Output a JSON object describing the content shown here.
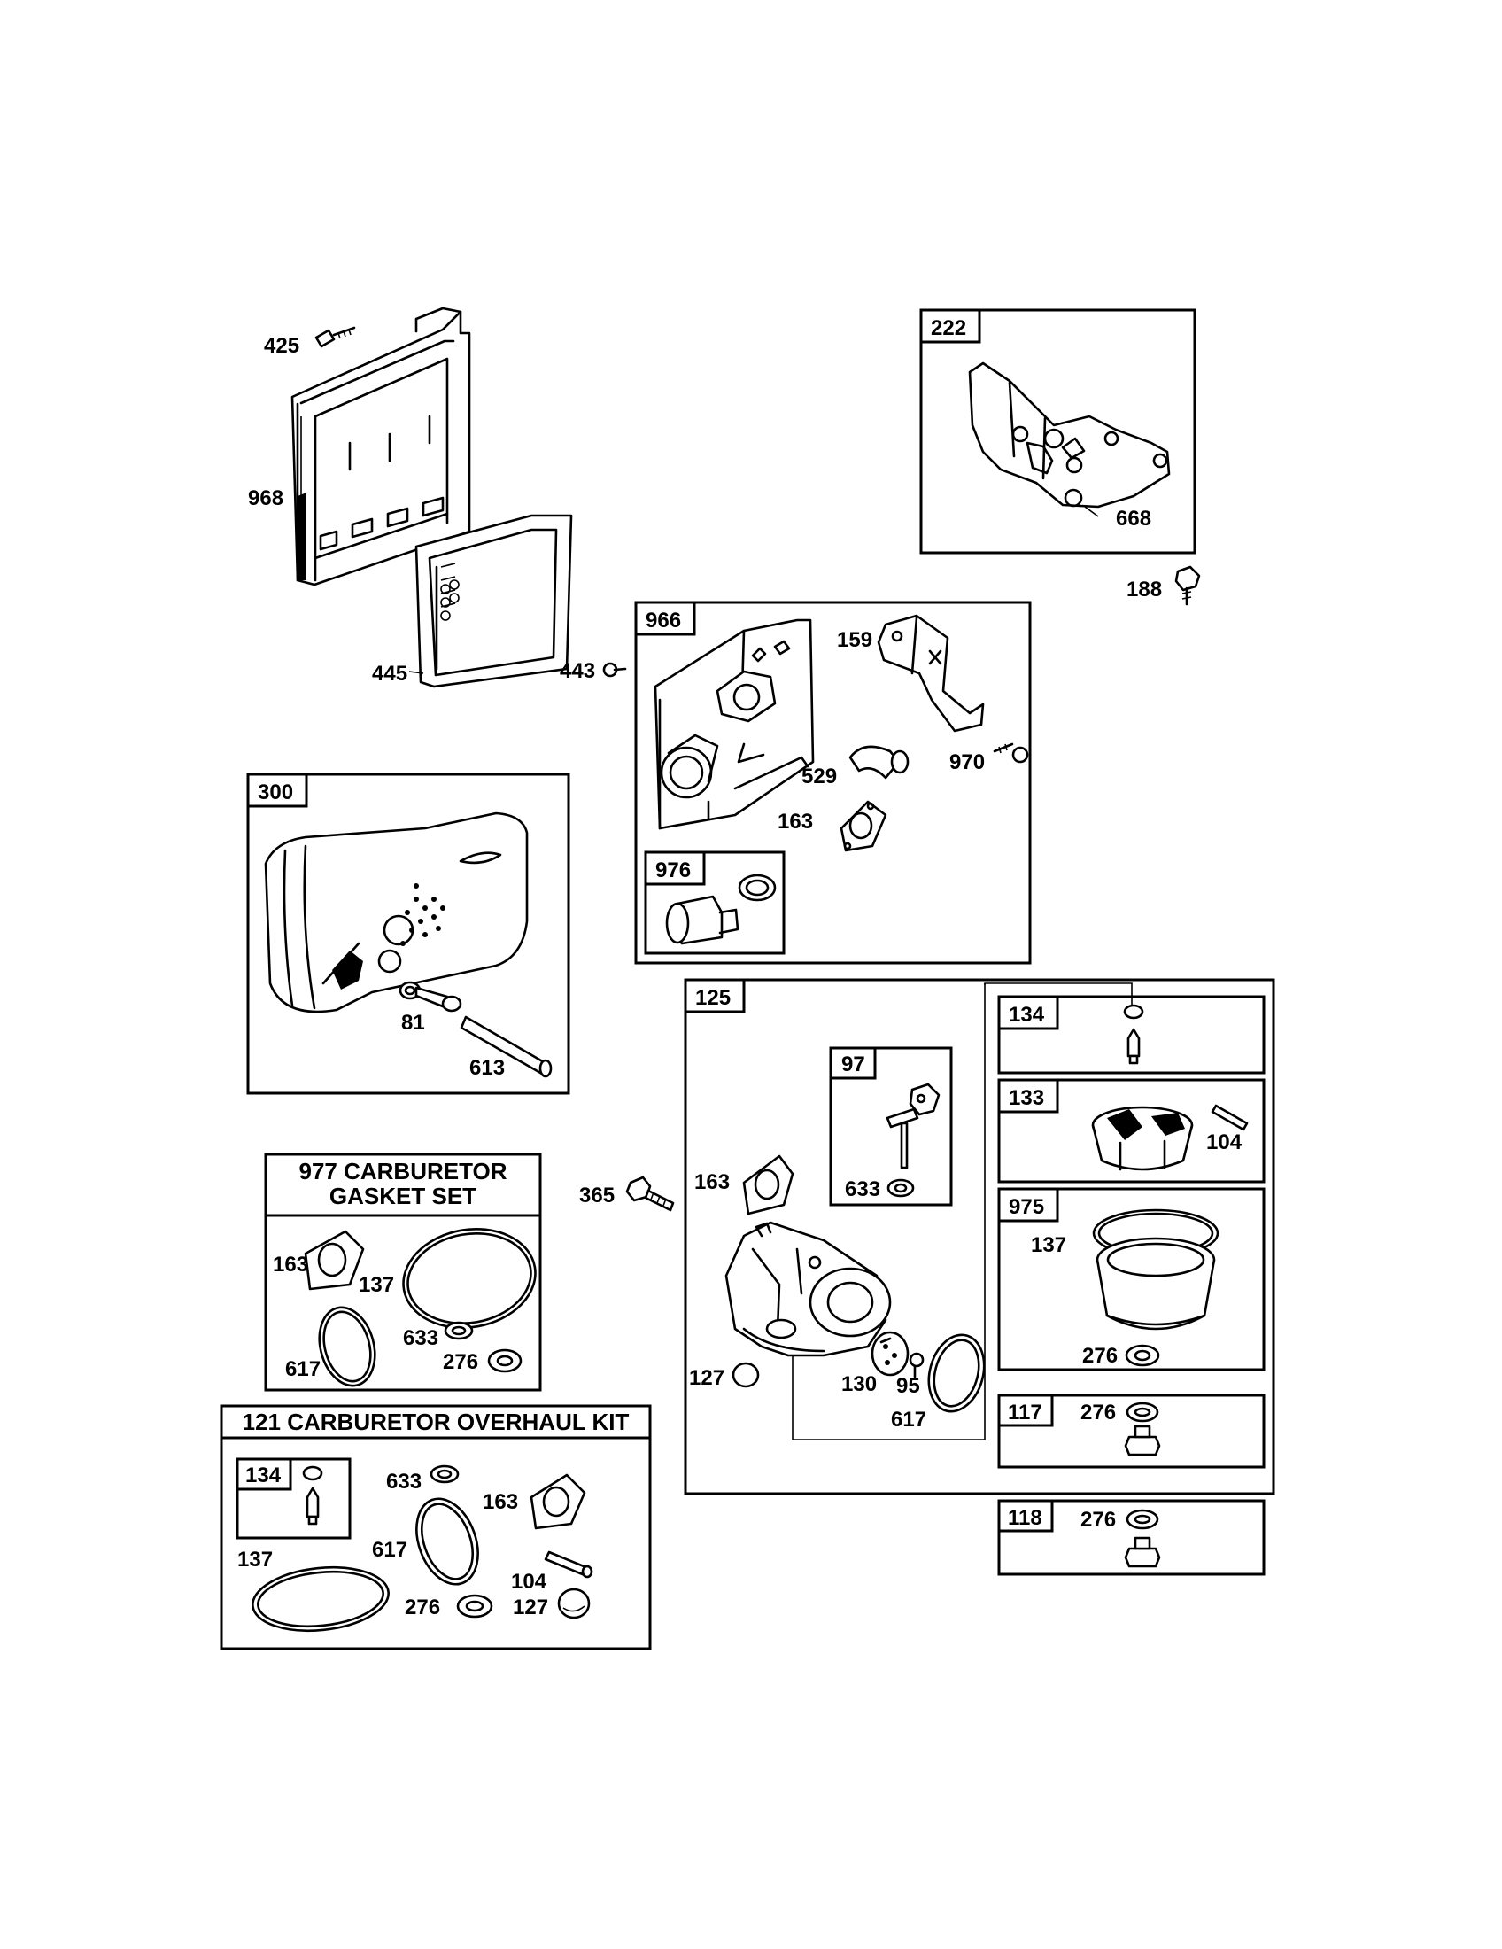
{
  "callouts": {
    "c425": "425",
    "c968": "968",
    "c445": "445",
    "c443": "443",
    "c222": "222",
    "c668": "668",
    "c188": "188",
    "c966": "966",
    "c159": "159",
    "c970": "970",
    "c529": "529",
    "c163a": "163",
    "c976": "976",
    "c300": "300",
    "c81": "81",
    "c613": "613",
    "c125": "125",
    "c97": "97",
    "c633a": "633",
    "c163b": "163",
    "c365": "365",
    "c127a": "127",
    "c130": "130",
    "c95": "95",
    "c617a": "617",
    "c134a": "134",
    "c133": "133",
    "c104a": "104",
    "c975": "975",
    "c137a": "137",
    "c276a": "276",
    "c117": "117",
    "c276b": "276",
    "c118": "118",
    "c276c": "276",
    "c163c": "163",
    "c137b": "137",
    "c617b": "617",
    "c633b": "633",
    "c276d": "276",
    "c134b": "134",
    "c633c": "633",
    "c163d": "163",
    "c617c": "617",
    "c137c": "137",
    "c104b": "104",
    "c276e": "276",
    "c127b": "127"
  },
  "kits": {
    "gasket_set_line1": "977 CARBURETOR",
    "gasket_set_line2": "GASKET SET",
    "overhaul_kit": "121 CARBURETOR OVERHAUL KIT"
  }
}
